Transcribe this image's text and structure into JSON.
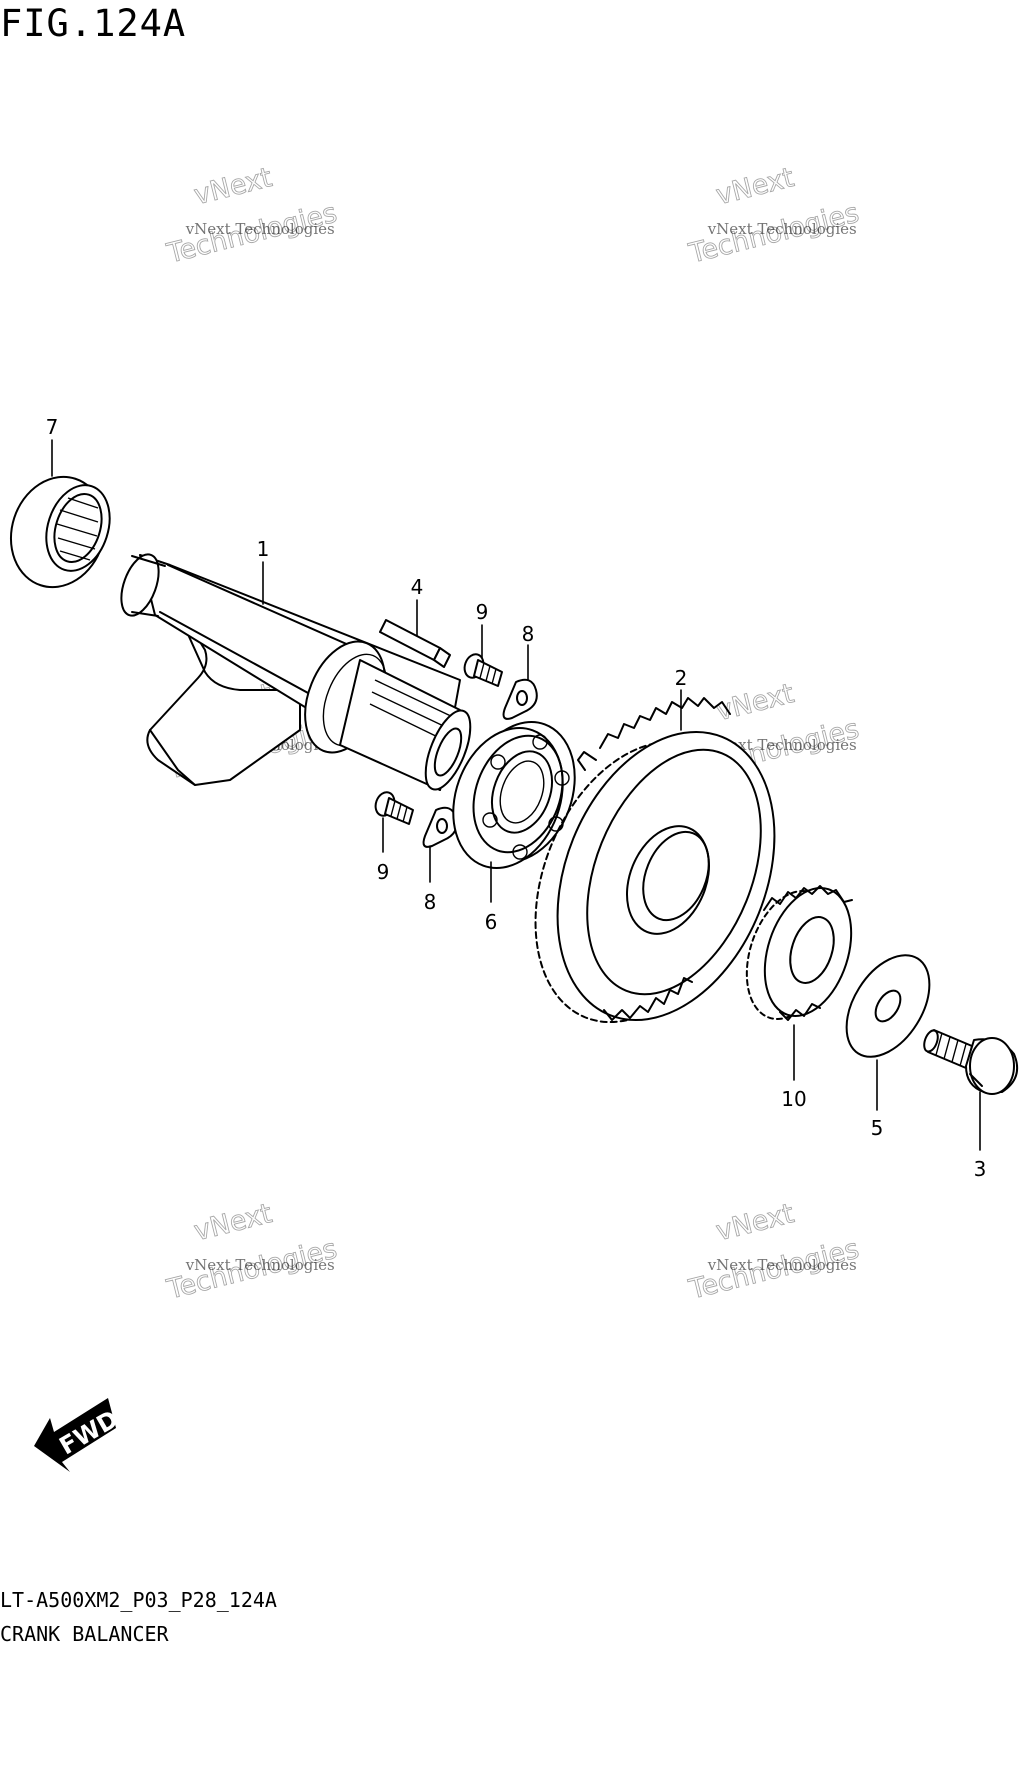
{
  "figure_title": "FIG.124A",
  "caption": {
    "code": "LT-A500XM2_P03_P28_124A",
    "name": "CRANK BALANCER"
  },
  "fwd_label": "FWD",
  "watermark": {
    "line1": "vNext",
    "line2": "vNext Technologies",
    "line3": "Technologies"
  },
  "callouts": {
    "c1": "1",
    "c2": "2",
    "c3": "3",
    "c4": "4",
    "c5": "5",
    "c6": "6",
    "c7": "7",
    "c8a": "8",
    "c8b": "8",
    "c9a": "9",
    "c9b": "9",
    "c10": "10"
  }
}
